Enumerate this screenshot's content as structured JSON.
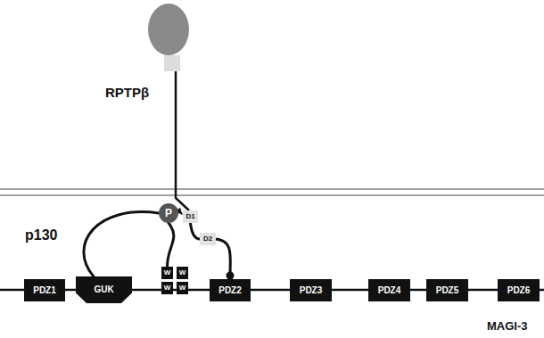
{
  "diagram": {
    "nodes": [
      {
        "text": [
          "P"
        ]
      },
      {
        "text": [
          "D1"
        ]
      },
      {
        "text": [
          "D2"
        ]
      },
      {
        "text": [
          "PDZ1"
        ]
      },
      {
        "text": [
          "GUK"
        ]
      },
      {
        "text": [
          "W"
        ]
      },
      {
        "text": [
          "W"
        ]
      },
      {
        "text": [
          "W"
        ]
      },
      {
        "text": [
          "W"
        ]
      },
      {
        "text": [
          "PDZ2"
        ]
      },
      {
        "text": [
          "PDZ3"
        ]
      },
      {
        "text": [
          "PDZ4"
        ]
      },
      {
        "text": [
          "PDZ5"
        ]
      },
      {
        "text": [
          "PDZ6"
        ]
      }
    ],
    "edges": [
      {
        "from": 4,
        "to": 0,
        "arrow": "none"
      },
      {
        "from": 0,
        "to": 5,
        "arrow": "none"
      },
      {
        "from": 0,
        "to": 1,
        "arrow": "to"
      },
      {
        "from": 1,
        "to": 2,
        "arrow": "none"
      },
      {
        "from": 2,
        "to": 9,
        "arrow": "none"
      }
    ],
    "labels": [
      "RPTPβ",
      "p130",
      "MAGI-3"
    ]
  }
}
